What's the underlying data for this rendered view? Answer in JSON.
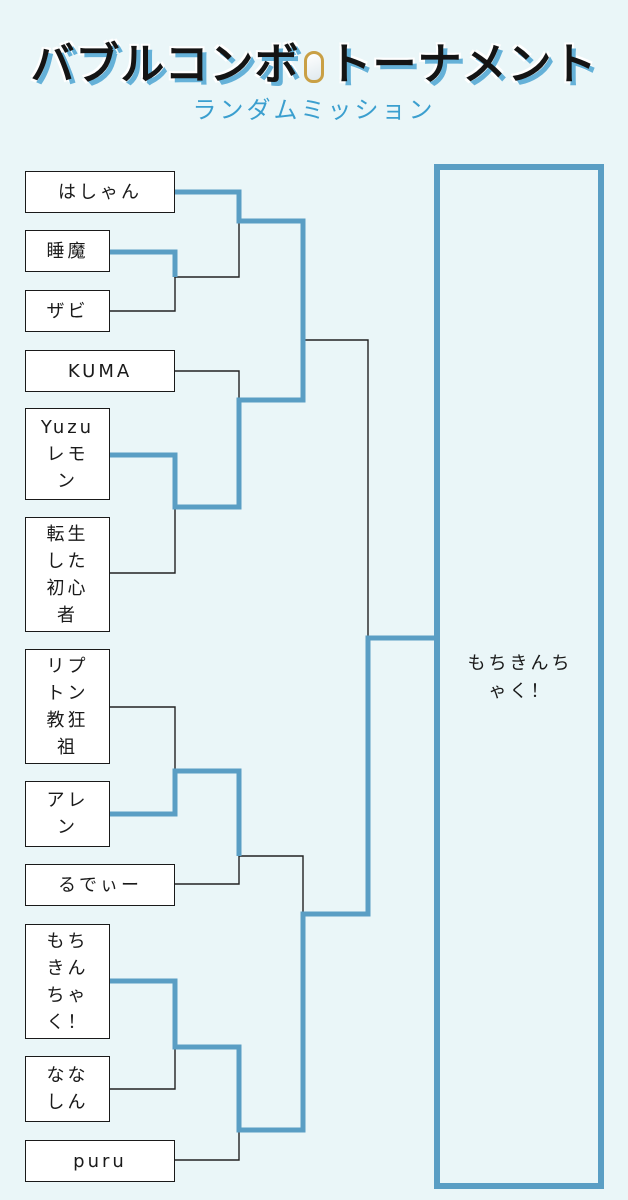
{
  "header": {
    "title_part1": "バブルコンボ",
    "title_part2": "トーナメント",
    "mirror_icon": "mirror-icon",
    "subtitle": "ランダムミッション"
  },
  "colors": {
    "background": "#eaf6f8",
    "accent_line": "#5a9ec4",
    "title_shadow": "#65b1d8",
    "subtitle": "#3b9fcf"
  },
  "entrants": [
    {
      "name": "はしゃん"
    },
    {
      "name": "睡魔"
    },
    {
      "name": "ザビ"
    },
    {
      "name": "KUMA"
    },
    {
      "name": "Yuzuレモン"
    },
    {
      "name": "転生した初心者"
    },
    {
      "name": "リプトン教狂祖"
    },
    {
      "name": "アレン"
    },
    {
      "name": "るでぃー"
    },
    {
      "name": "もちきんちゃく！"
    },
    {
      "name": "ななしん"
    },
    {
      "name": "puru"
    }
  ],
  "champion": {
    "name": "もちきんちゃく！"
  }
}
